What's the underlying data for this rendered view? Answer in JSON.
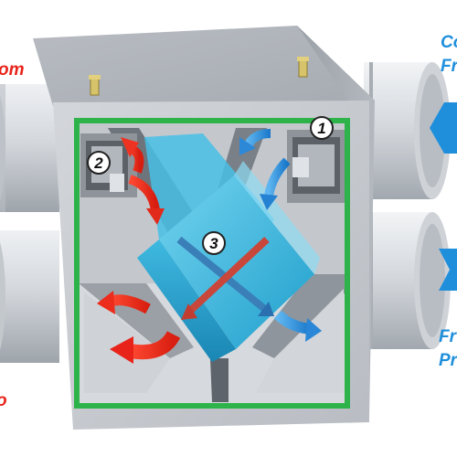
{
  "callouts": {
    "c1": "1",
    "c2": "2",
    "c3": "3"
  },
  "labels": {
    "red_top": "om",
    "red_bottom": "o",
    "blue_top_line1": "Co",
    "blue_top_line2": "Fr",
    "blue_bottom_line1": "Fr",
    "blue_bottom_line2": "Pr"
  },
  "colors": {
    "frame_green": "#2db34a",
    "core_cyan": "#2bb5de",
    "warm_red": "#e8231a",
    "cool_blue": "#1f8fdc",
    "housing_gray": "#c3c7cd",
    "duct_gray": "#d7dbe0"
  },
  "icons": {
    "warm_arrow": "red-arrow-icon",
    "cool_arrow": "blue-arrow-icon",
    "crossflow": "crossflow-arrows-icon"
  }
}
